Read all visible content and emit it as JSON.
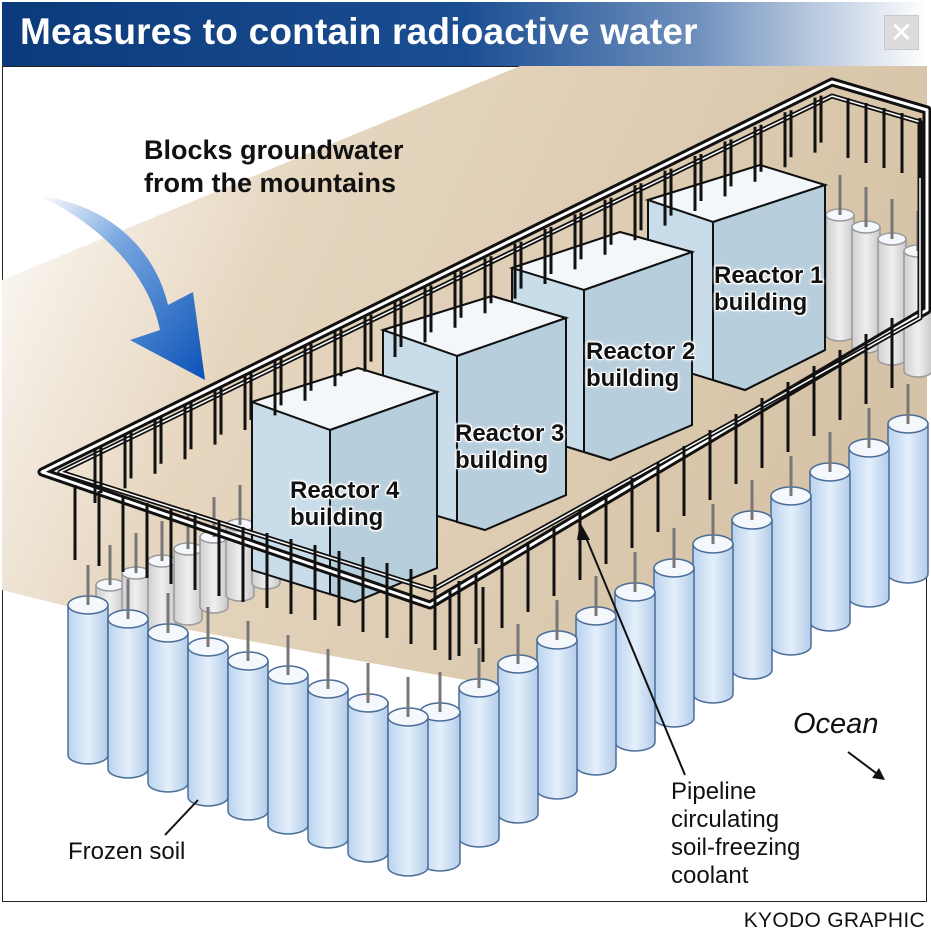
{
  "header": {
    "title": "Measures to contain radioactive water",
    "close_glyph": "✕"
  },
  "labels": {
    "arrow_line1": "Blocks groundwater",
    "arrow_line2": "from the mountains",
    "reactor1_line1": "Reactor 1",
    "reactor1_line2": "building",
    "reactor2_line1": "Reactor 2",
    "reactor2_line2": "building",
    "reactor3_line1": "Reactor 3",
    "reactor3_line2": "building",
    "reactor4_line1": "Reactor 4",
    "reactor4_line2": "building",
    "frozen_soil": "Frozen soil",
    "pipeline_line1": "Pipeline",
    "pipeline_line2": "circulating",
    "pipeline_line3": "soil-freezing",
    "pipeline_line4": "coolant",
    "ocean": "Ocean"
  },
  "credit": "KYODO GRAPHIC",
  "colors": {
    "header_blue": "#0b3a7a",
    "ground": "#dccab0",
    "cylinder": "#d6e6f7",
    "building": "#c4d8e6",
    "arrow_blue": "#1560c6"
  }
}
